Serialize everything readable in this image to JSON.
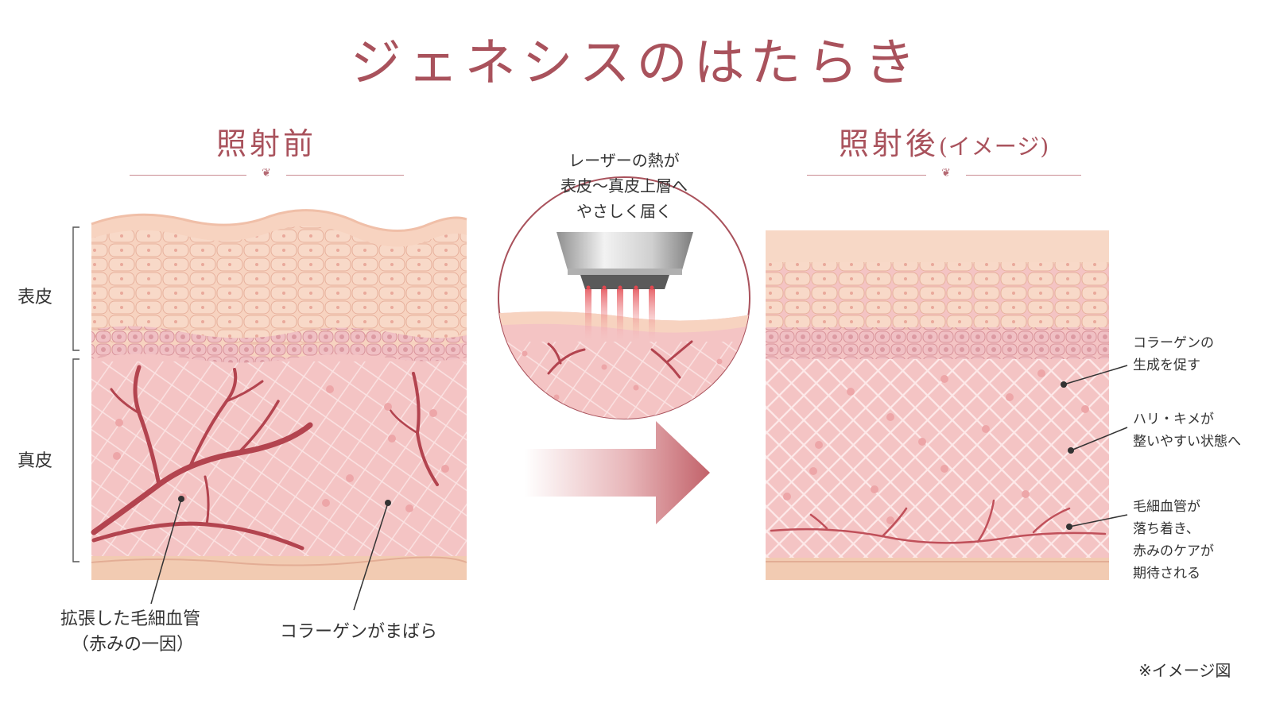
{
  "title": "ジェネシスのはたらき",
  "before": {
    "heading": "照射前",
    "layer_epidermis": "表皮",
    "layer_dermis": "真皮",
    "caption_capillary_line1": "拡張した毛細血管",
    "caption_capillary_line2": "（赤みの一因）",
    "caption_collagen": "コラーゲンがまばら"
  },
  "bubble": {
    "line1": "レーザーの熱が",
    "line2": "表皮～真皮上層へ",
    "line3": "やさしく届く"
  },
  "after": {
    "heading": "照射後",
    "heading_sub": "(イメージ)",
    "note1_line1": "コラーゲンの",
    "note1_line2": "生成を促す",
    "note2_line1": "ハリ・キメが",
    "note2_line2": "整いやすい状態へ",
    "note3_line1": "毛細血管が",
    "note3_line2": "落ち着き、",
    "note3_line3": "赤みのケアが",
    "note3_line4": "期待される"
  },
  "footnote": "※イメージ図",
  "colors": {
    "accent": "#a9525c",
    "skin_top": "#f6d2bf",
    "skin_cells": "#f3c6b4",
    "basal": "#ecb3b5",
    "dermis": "#f4c4c4",
    "vessel": "#b3444f",
    "arrow": "#c2626a"
  }
}
